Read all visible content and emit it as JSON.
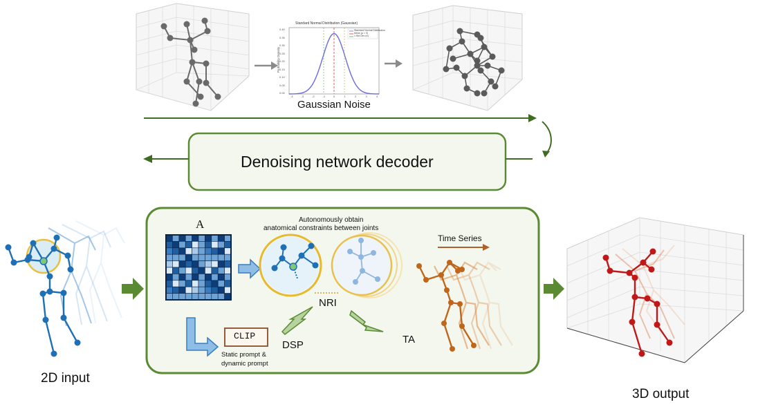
{
  "top": {
    "gaussian_plot_title": "Standard Normal Distribution (Gaussian)",
    "gaussian_ylabel": "Probability Density",
    "gaussian_legend": [
      "Standard Normal Distribution",
      "Mean (μ = 0)",
      "1 Std Dev (σ)"
    ],
    "gaussian_caption": "Gaussian Noise",
    "y_ticks": [
      "0.40",
      "0.35",
      "0.30",
      "0.25",
      "0.20",
      "0.15",
      "0.10",
      "0.05",
      "0.00"
    ],
    "x_ticks": [
      "-4",
      "-3",
      "-2",
      "-1",
      "0",
      "1",
      "2",
      "3",
      "4"
    ]
  },
  "decoder": {
    "label": "Denoising network decoder"
  },
  "module": {
    "matrix_label": "A",
    "nri_caption_line1": "Autonomously obtain",
    "nri_caption_line2": "anatomical constraints between joints",
    "nri_label": "NRI",
    "time_series_label": "Time Series",
    "clip_label": "CLIP",
    "prompt_line1": "Static prompt &",
    "prompt_line2": "dynamic prompt",
    "dsp_label": "DSP",
    "ta_label": "TA"
  },
  "input_label": "2D input",
  "output_label": "3D output",
  "colors": {
    "green_border": "#5a8a32",
    "green_fill": "#f3f7ee",
    "arrow_green": "#5a8a32",
    "blue_skeleton": "#1f6fb5",
    "orange_skeleton": "#c0661a",
    "red_skeleton": "#c01818",
    "gray_skeleton": "#707070",
    "gold_ring": "#e8b92a"
  }
}
